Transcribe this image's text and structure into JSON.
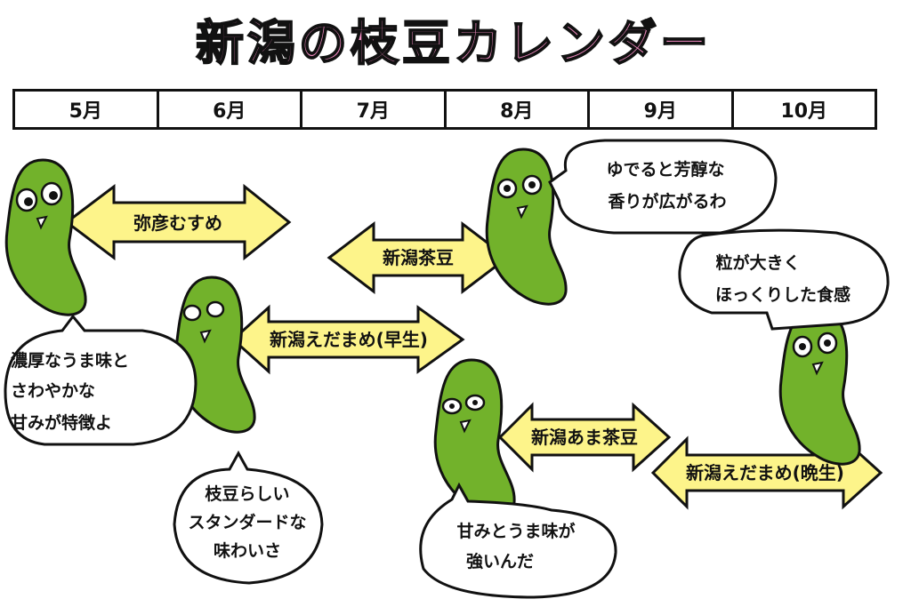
{
  "title": "新潟の枝豆カレンダー",
  "months": [
    "5月",
    "6月",
    "7月",
    "8月",
    "9月",
    "10月"
  ],
  "varieties": [
    {
      "label": "弥彦むすめ"
    },
    {
      "label": "新潟茶豆"
    },
    {
      "label": "新潟えだまめ(早生)"
    },
    {
      "label": "新潟あま茶豆"
    },
    {
      "label": "新潟えだまめ(晩生)"
    }
  ],
  "bubbles": [
    {
      "lines": [
        "ゆでると芳醇な",
        "香りが広がるわ"
      ]
    },
    {
      "lines": [
        "粒が大きく",
        "ほっくりした食感"
      ]
    },
    {
      "lines": [
        "濃厚なうま味と",
        "さわやかな",
        "甘みが特徴よ"
      ]
    },
    {
      "lines": [
        "枝豆らしい",
        "スタンダードな",
        "味わいさ"
      ]
    },
    {
      "lines": [
        "甘みとうま味が",
        "強いんだ"
      ]
    }
  ],
  "colors": {
    "title": "#f08ac0",
    "arrow": "#fdf48a",
    "bean": "#72b22b",
    "outline": "#111111"
  }
}
